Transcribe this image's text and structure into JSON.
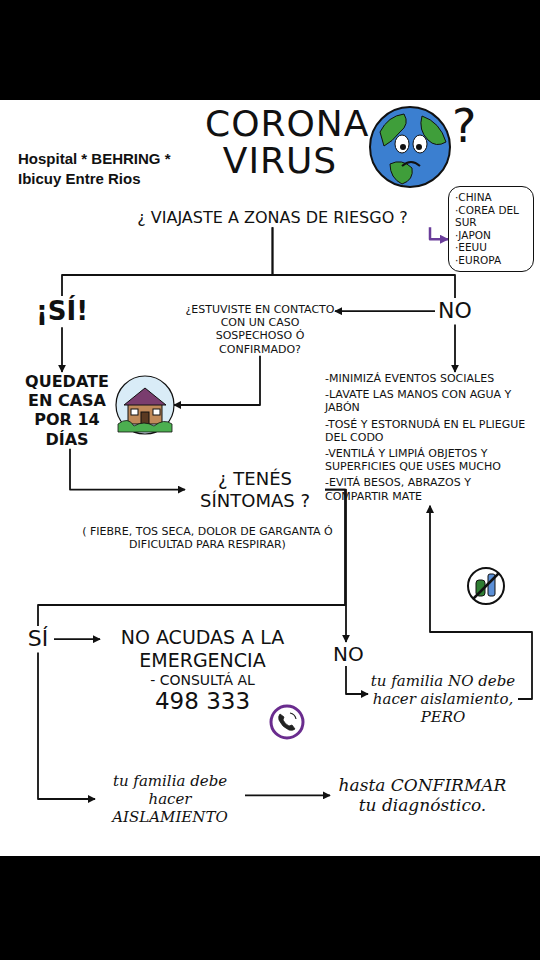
{
  "diagram": {
    "title": "CORONA VIRUS",
    "nodes": [
      {
        "text": [
          "·CHINA",
          "·COREA DEL SUR",
          "·JAPON",
          "·EEUU",
          "·EUROPA"
        ]
      },
      {
        "text": [
          "¿ VIAJASTE A ZONAS DE RIESGO ?"
        ]
      },
      {
        "text": [
          "¡SÍ!"
        ]
      },
      {
        "text": [
          "¿ESTUVISTE EN CONTACTO CON UN CASO SOSPECHOSO Ó CONFIRMADO?"
        ]
      },
      {
        "text": [
          "NO"
        ]
      },
      {
        "text": [
          "QUEDATE EN CASA POR 14 DÍAS"
        ]
      },
      {
        "text": [
          "-MINIMIZÁ EVENTOS SOCIALES",
          "-LAVATE LAS MANOS CON AGUA Y JABÓN",
          "-TOSÉ Y ESTORNUDÁ EN EL PLIEGUE DEL CODO",
          "-VENTILÁ Y LIMPIÁ OBJETOS Y SUPERFICIES QUE USES MUCHO",
          "-EVITÁ BESOS, ABRAZOS Y COMPARTIR MATE"
        ]
      },
      {
        "text": [
          "¿ TENÉS SÍNTOMAS ?"
        ]
      },
      {
        "text": [
          "SÍ"
        ]
      },
      {
        "text": [
          "NO ACUDAS A LA EMERGENCIA",
          "- CONSULTÁ AL",
          "498 333"
        ]
      },
      {
        "text": [
          "NO"
        ]
      },
      {
        "text": [
          "tu familia NO debe hacer aislamiento, PERO"
        ]
      },
      {
        "text": [
          "tu familia debe hacer AISLAMIENTO"
        ]
      },
      {
        "text": [
          "hasta CONFIRMAR tu diagnóstico."
        ]
      }
    ],
    "edges": [
      {
        "from": 1,
        "to": 0,
        "arrow": "to"
      },
      {
        "from": 1,
        "to": 2,
        "arrow": "none"
      },
      {
        "from": 1,
        "to": 4,
        "arrow": "none"
      },
      {
        "from": 2,
        "to": 5,
        "arrow": "to"
      },
      {
        "from": 4,
        "to": 3,
        "arrow": "to"
      },
      {
        "from": 3,
        "to": 5,
        "arrow": "to"
      },
      {
        "from": 4,
        "to": 6,
        "arrow": "to"
      },
      {
        "from": 5,
        "to": 7,
        "arrow": "to"
      },
      {
        "from": 7,
        "to": 8,
        "arrow": "none"
      },
      {
        "from": 7,
        "to": 10,
        "arrow": "to"
      },
      {
        "from": 8,
        "to": 9,
        "arrow": "to"
      },
      {
        "from": 8,
        "to": 12,
        "arrow": "to"
      },
      {
        "from": 10,
        "to": 11,
        "arrow": "to"
      },
      {
        "from": 12,
        "to": 13,
        "arrow": "to"
      },
      {
        "from": 11,
        "to": 6,
        "arrow": "to"
      }
    ],
    "labels": [
      "Hospital * BEHRING *",
      "Ibicuy Entre Rios",
      "?",
      "( FIEBRE, TOS SECA, DOLOR DE GARGANTA Ó DIFICULTAD PARA RESPIRAR)"
    ]
  }
}
